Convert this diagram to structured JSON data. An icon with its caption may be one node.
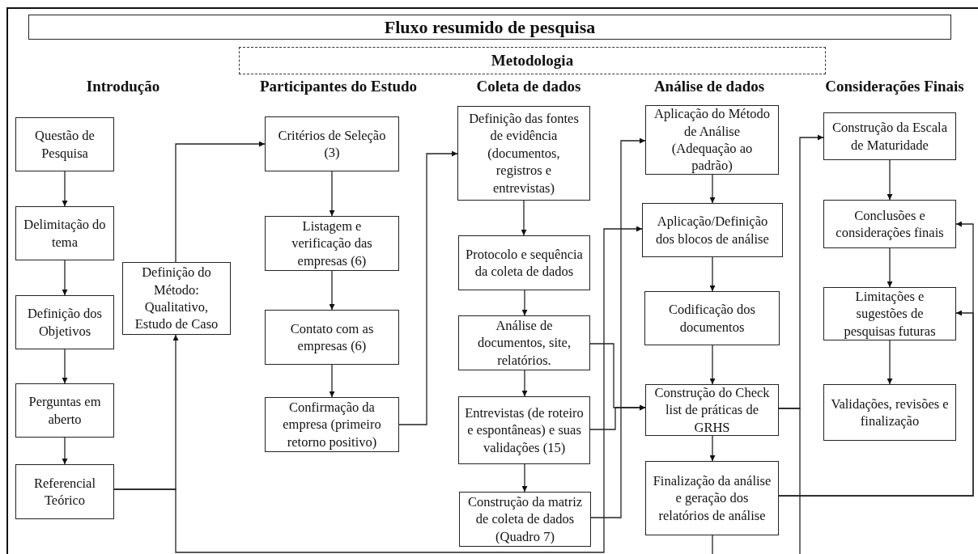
{
  "diagram": {
    "title": "Fluxo resumido de pesquisa",
    "nodes": [
      {
        "text": [
          "Questão de Pesquisa"
        ]
      },
      {
        "text": [
          "Delimitação do tema"
        ]
      },
      {
        "text": [
          "Definição dos Objetivos"
        ]
      },
      {
        "text": [
          "Perguntas em aberto"
        ]
      },
      {
        "text": [
          "Referencial Teórico"
        ]
      },
      {
        "text": [
          "Definição do Método: Qualitativo, Estudo de Caso"
        ]
      },
      {
        "text": [
          "Critérios de Seleção (3)"
        ]
      },
      {
        "text": [
          "Listagem e verificação das empresas (6)"
        ]
      },
      {
        "text": [
          "Contato com as empresas (6)"
        ]
      },
      {
        "text": [
          "Confirmação da empresa (primeiro retorno positivo)"
        ]
      },
      {
        "text": [
          "Definição das fontes de evidência (documentos, registros e entrevistas)"
        ]
      },
      {
        "text": [
          "Protocolo e sequência da coleta de dados"
        ]
      },
      {
        "text": [
          "Análise de documentos, site, relatórios."
        ]
      },
      {
        "text": [
          "Entrevistas (de roteiro e espontâneas) e suas validações (15)"
        ]
      },
      {
        "text": [
          "Construção da matriz de coleta de dados (Quadro 7)"
        ]
      },
      {
        "text": [
          "Aplicação do Método de Análise (Adequação ao padrão)"
        ]
      },
      {
        "text": [
          "Aplicação/Definição dos blocos de análise"
        ]
      },
      {
        "text": [
          "Codificação dos documentos"
        ]
      },
      {
        "text": [
          "Construção do Check list de práticas de GRHS"
        ]
      },
      {
        "text": [
          "Finalização da análise e geração dos relatórios de análise"
        ]
      },
      {
        "text": [
          "Construção da Escala de Maturidade"
        ]
      },
      {
        "text": [
          "Conclusões e considerações finais"
        ]
      },
      {
        "text": [
          "Limitações e sugestões de pesquisas futuras"
        ]
      },
      {
        "text": [
          "Validações, revisões e finalização"
        ]
      },
      {
        "text": [
          "Metodologia"
        ]
      }
    ],
    "edges": [
      {
        "from": 0,
        "to": 1,
        "arrow": "to"
      },
      {
        "from": 1,
        "to": 2,
        "arrow": "to"
      },
      {
        "from": 2,
        "to": 3,
        "arrow": "to"
      },
      {
        "from": 3,
        "to": 4,
        "arrow": "to"
      },
      {
        "from": 4,
        "to": 5,
        "arrow": "to"
      },
      {
        "from": 4,
        "to": 16,
        "arrow": "to"
      },
      {
        "from": 5,
        "to": 6,
        "arrow": "to"
      },
      {
        "from": 6,
        "to": 7,
        "arrow": "to"
      },
      {
        "from": 7,
        "to": 8,
        "arrow": "to"
      },
      {
        "from": 8,
        "to": 9,
        "arrow": "to"
      },
      {
        "from": 9,
        "to": 10,
        "arrow": "to"
      },
      {
        "from": 10,
        "to": 11,
        "arrow": "to"
      },
      {
        "from": 11,
        "to": 12,
        "arrow": "to"
      },
      {
        "from": 12,
        "to": 13,
        "arrow": "to"
      },
      {
        "from": 13,
        "to": 14,
        "arrow": "to"
      },
      {
        "from": 12,
        "to": 18,
        "arrow": "to"
      },
      {
        "from": 13,
        "to": 18,
        "arrow": "to"
      },
      {
        "from": 14,
        "to": 15,
        "arrow": "to"
      },
      {
        "from": 15,
        "to": 16,
        "arrow": "to"
      },
      {
        "from": 16,
        "to": 17,
        "arrow": "to"
      },
      {
        "from": 17,
        "to": 18,
        "arrow": "to"
      },
      {
        "from": 18,
        "to": 19,
        "arrow": "to"
      },
      {
        "from": 18,
        "to": 20,
        "arrow": "to"
      },
      {
        "from": 18,
        "to": null,
        "arrow": "none"
      },
      {
        "from": 19,
        "to": 21,
        "arrow": "to"
      },
      {
        "from": 19,
        "to": 22,
        "arrow": "to"
      },
      {
        "from": 19,
        "to": null,
        "arrow": "none"
      },
      {
        "from": 20,
        "to": 21,
        "arrow": "to"
      },
      {
        "from": 21,
        "to": 22,
        "arrow": "to"
      },
      {
        "from": 22,
        "to": 23,
        "arrow": "to"
      }
    ],
    "labels": [
      "Introdução",
      "Participantes do Estudo",
      "Coleta de dados",
      "Análise de dados",
      "Considerações Finais"
    ]
  }
}
